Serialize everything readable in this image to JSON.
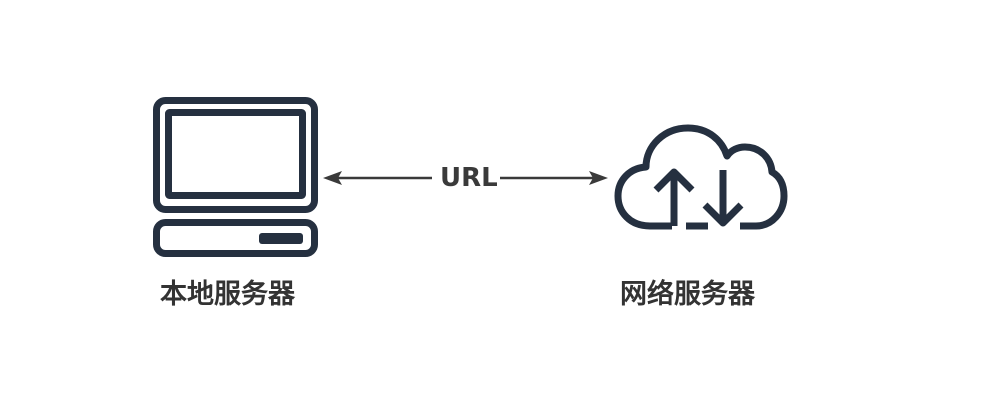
{
  "nodes": {
    "local": {
      "label": "本地服务器",
      "icon": "computer-icon"
    },
    "remote": {
      "label": "网络服务器",
      "icon": "cloud-transfer-icon"
    }
  },
  "connection": {
    "label": "URL",
    "direction": "bidirectional"
  },
  "colors": {
    "icon": "#253040",
    "text": "#333333",
    "arrow": "#3a3a3a"
  }
}
